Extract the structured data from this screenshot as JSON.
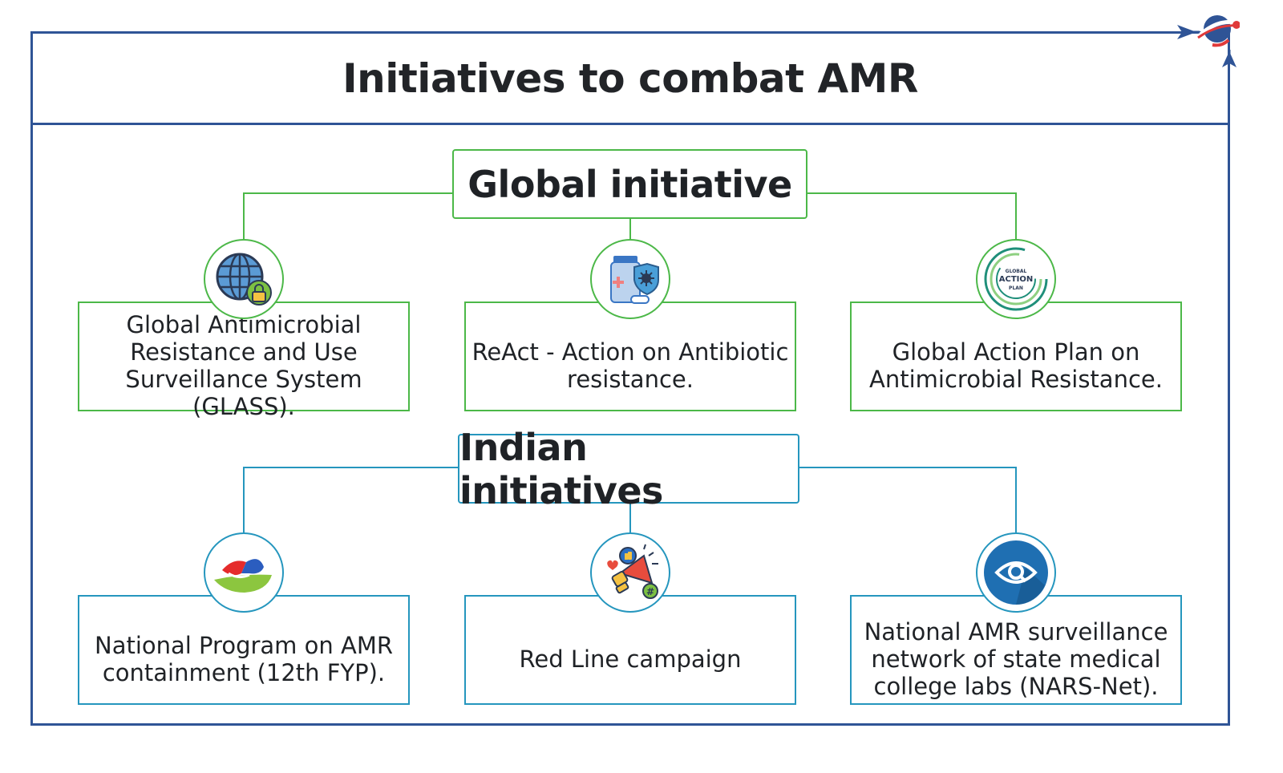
{
  "title": "Initiatives to combat AMR",
  "global": {
    "heading": "Global initiative",
    "items": [
      {
        "text": "Global Antimicrobial Resistance and Use Surveillance System (GLASS).",
        "icon": "globe-lock-icon"
      },
      {
        "text": "ReAct - Action on Antibiotic resistance.",
        "icon": "medicine-shield-icon"
      },
      {
        "text": "Global Action Plan on Antimicrobial Resistance.",
        "icon": "global-action-plan-icon",
        "icon_text": {
          "top": "GLOBAL",
          "middle": "ACTION",
          "bottom": "PLAN"
        }
      }
    ]
  },
  "indian": {
    "heading": "Indian initiatives",
    "items": [
      {
        "text": "National Program on AMR containment (12th FYP).",
        "icon": "capsule-hand-icon"
      },
      {
        "text": "Red Line campaign",
        "icon": "megaphone-icon"
      },
      {
        "text": "National AMR surveillance network of state medical college labs (NARS-Net).",
        "icon": "eye-surveillance-icon"
      }
    ]
  },
  "colors": {
    "frame": "#2f5496",
    "global": "#4cb848",
    "indian": "#2596be"
  }
}
